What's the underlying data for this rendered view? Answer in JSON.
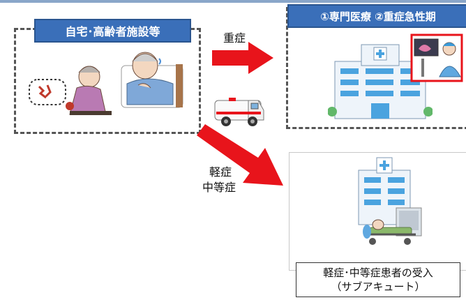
{
  "left_box": {
    "title": "自宅･高齢者施設等"
  },
  "top_right_box": {
    "title": "①専門医療 ②重症急性期"
  },
  "arrows": {
    "severe_label": "重症",
    "mild_label_1": "軽症",
    "mild_label_2": "中等症"
  },
  "outcome": {
    "line1": "軽症･中等症患者の受入",
    "line2": "（サブアキュート）"
  },
  "colors": {
    "label_blue": "#3a6fb9",
    "arrow_red": "#e8141b",
    "dash_border": "#555555"
  },
  "icons": [
    "elderly-woman-icon",
    "sick-elderly-man-icon",
    "ambulance-icon",
    "hospital-building-icon",
    "doctor-monitor-icon",
    "patient-stretcher-icon"
  ]
}
